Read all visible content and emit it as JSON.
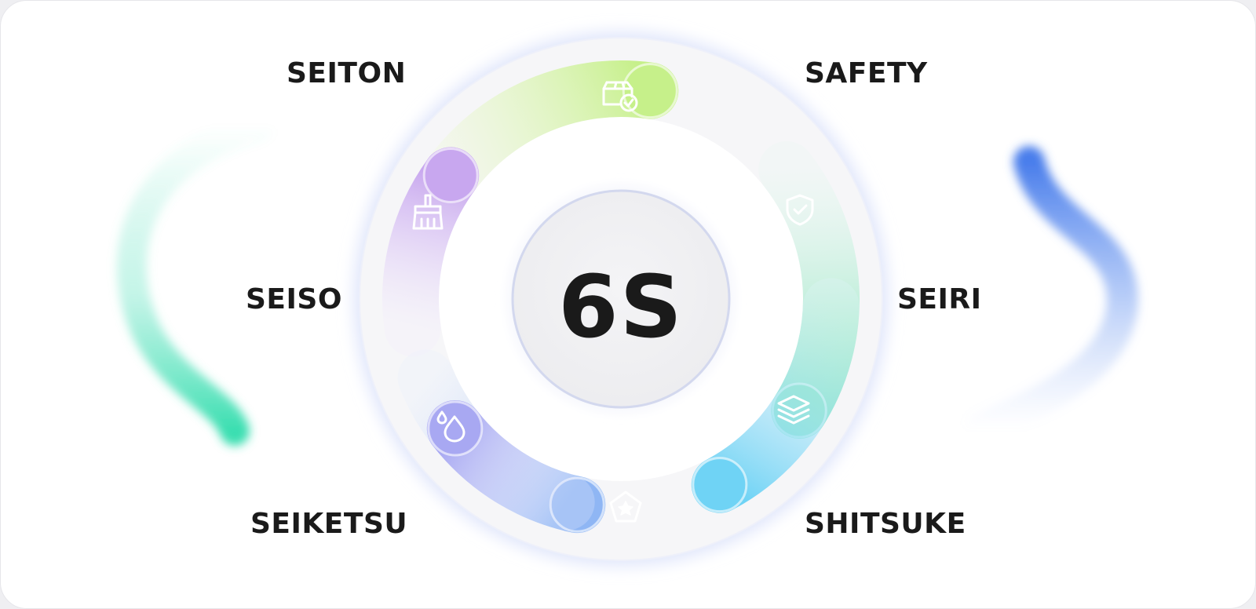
{
  "diagram": {
    "center_label": "6S",
    "segments": [
      {
        "id": "seiton",
        "label": "SEITON",
        "icon": "box-check-icon",
        "color_start": "#c6f08a",
        "color_end": "#eef9d6"
      },
      {
        "id": "safety",
        "label": "SAFETY",
        "icon": "shield-check-icon",
        "color_start": "#7ee3b6",
        "color_end": "#e4f8ef"
      },
      {
        "id": "seiri",
        "label": "SEIRI",
        "icon": "layers-icon",
        "color_start": "#6fd3f5",
        "color_end": "#e3f5fd"
      },
      {
        "id": "shitsuke",
        "label": "SHITSUKE",
        "icon": "pentagon-star-icon",
        "color_start": "#8fb6f4",
        "color_end": "#e7effd"
      },
      {
        "id": "seiketsu",
        "label": "SEIKETSU",
        "icon": "water-drops-icon",
        "color_start": "#a8a8f2",
        "color_end": "#efeffd"
      },
      {
        "id": "seiso",
        "label": "SEISO",
        "icon": "broom-icon",
        "color_start": "#c8a7ef",
        "color_end": "#f2ebfc"
      }
    ]
  },
  "colors": {
    "ring_outer": "#f5f5f7",
    "ring_glow": "#c9d2f7",
    "center_circle": "#efeff1",
    "text": "#1a1a1a",
    "deco_left": "#4fe0b8",
    "deco_right": "#3f76ea"
  }
}
